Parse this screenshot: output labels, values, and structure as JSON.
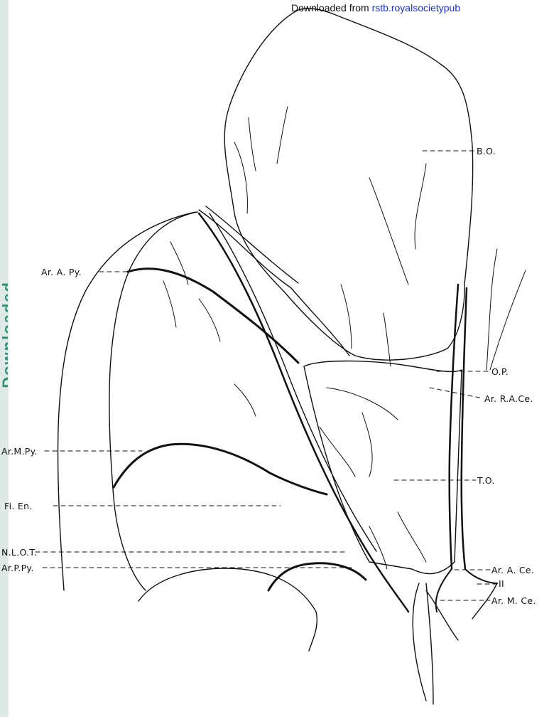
{
  "banner": {
    "prefix": "Downloaded from ",
    "link": "rstb.royalsocietypub"
  },
  "sidebar": {
    "text": "Downloaded",
    "color": "#2f8f78",
    "background": "#dfe9e6"
  },
  "labels": {
    "bo": "B.O.",
    "ar_a_py": "Ar. A. Py.",
    "op": "O.P.",
    "ar_r_a_ce": "Ar. R.A.Ce.",
    "ar_m_py": "Ar.M.Py.",
    "to": "T.O.",
    "fi_en": "Fi. En.",
    "n_l_o_t": "N.L.O.T.",
    "ar_p_py": "Ar.P.Py.",
    "ar_a_ce": "Ar. A. Ce.",
    "ii": "II",
    "ar_m_ce": "Ar. M. Ce."
  }
}
